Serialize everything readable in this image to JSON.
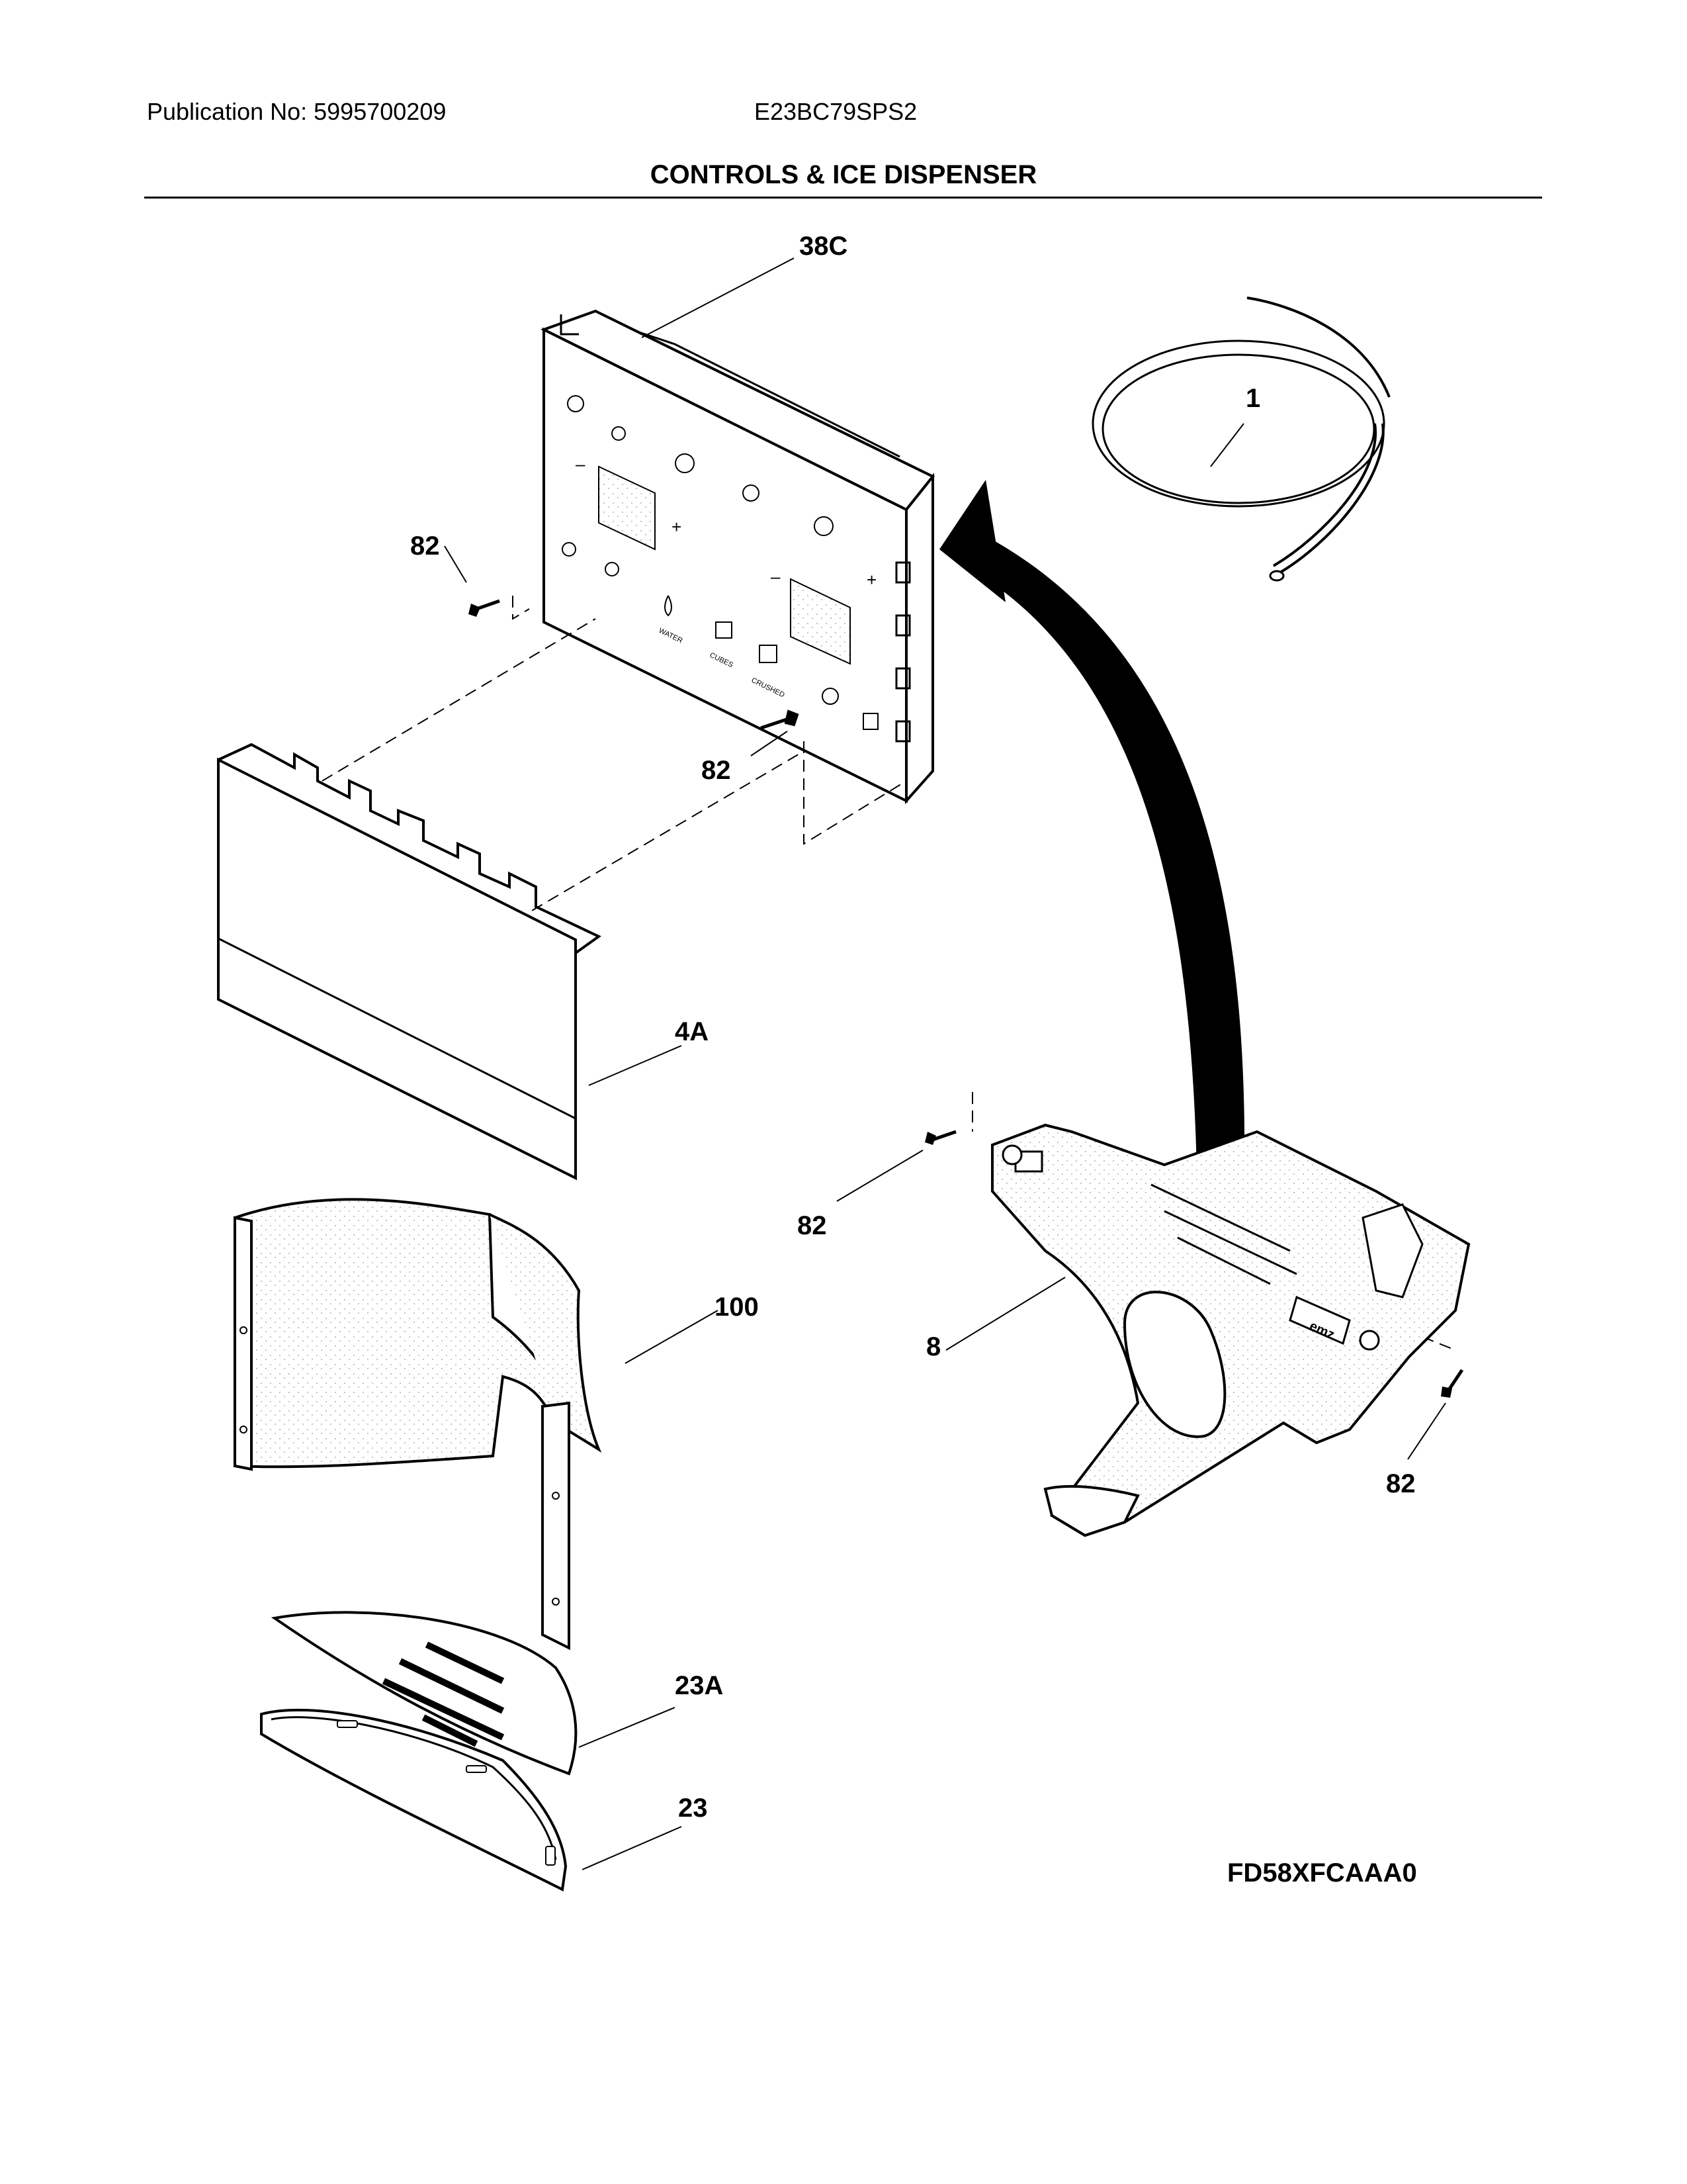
{
  "header": {
    "publication": "Publication No: 5995700209",
    "model": "E23BC79SPS2",
    "title": "CONTROLS & ICE DISPENSER"
  },
  "callouts": {
    "c38c": "38C",
    "c1": "1",
    "c82_upper_left": "82",
    "c82_center": "82",
    "c4a": "4A",
    "c82_dispenser_left": "82",
    "c100": "100",
    "c8": "8",
    "c82_dispenser_right": "82",
    "c23a": "23A",
    "c23": "23"
  },
  "panel_labels": {
    "plus": "+",
    "minus": "–",
    "water": "WATER",
    "cubes": "CUBES",
    "crushed": "CRUSHED",
    "logo": "emz"
  },
  "figure_code": "FD58XFCAAA0",
  "colors": {
    "ink": "#000000",
    "paper": "#ffffff",
    "stipple": "#d9d9d9"
  }
}
